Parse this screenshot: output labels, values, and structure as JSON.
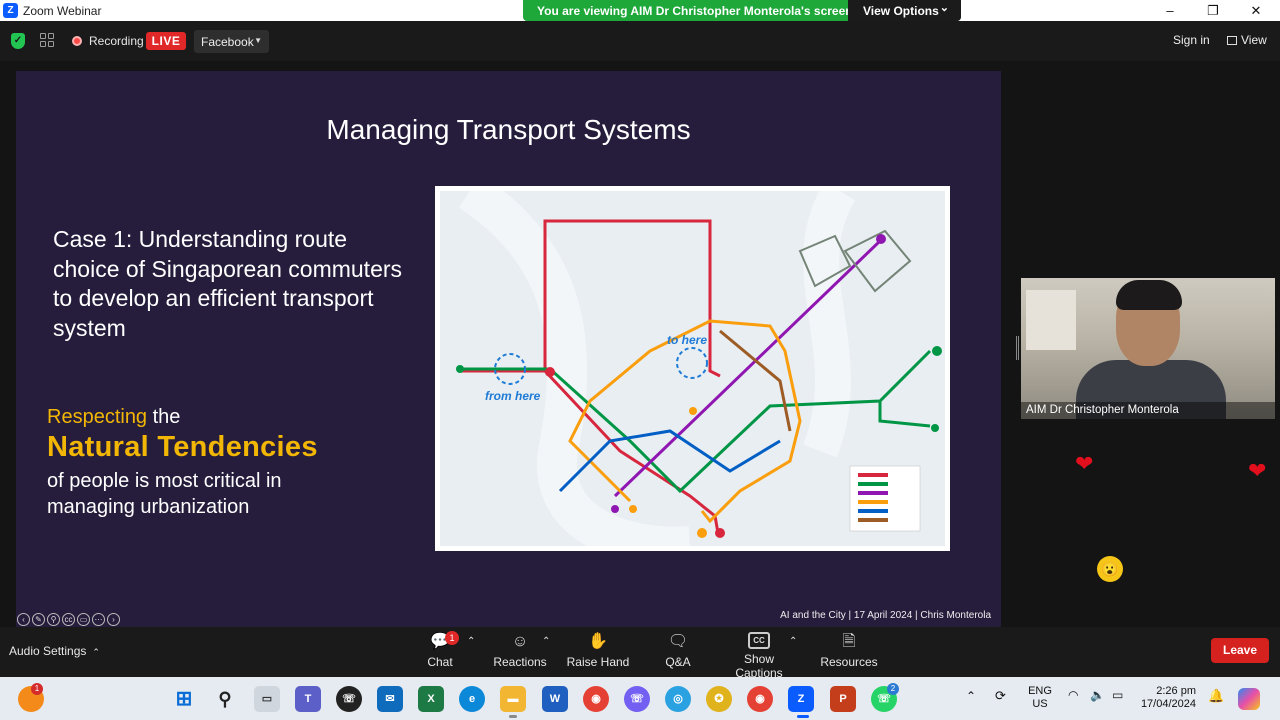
{
  "window": {
    "title": "Zoom Webinar",
    "min": "–",
    "max": "❐",
    "close": "✕"
  },
  "banner": {
    "viewing": "You are viewing AIM Dr Christopher Monterola's screen",
    "view_options": "View Options",
    "caret": "⌄"
  },
  "topbar": {
    "recording": "Recording",
    "live": "LIVE",
    "stream_target": "Facebook",
    "sign_in": "Sign in",
    "view": "View"
  },
  "slide": {
    "title": "Managing Transport Systems",
    "case": "Case 1: Understanding route choice of Singaporean commuters to develop an efficient transport system",
    "respecting": "Respecting",
    "the": "the",
    "natural": "Natural Tendencies",
    "people": "of people is most critical in managing urbanization",
    "map_to": "to here",
    "map_from": "from here",
    "footer": "AI and the City  |  17 April 2024  |  Chris Monterola"
  },
  "video": {
    "name": "AIM Dr Christopher Monterola"
  },
  "reactions": {
    "heart": "❤",
    "wow": "😮"
  },
  "controls": {
    "audio": "Audio Settings",
    "chat": "Chat",
    "chat_badge": "1",
    "reactions": "Reactions",
    "raise_hand": "Raise Hand",
    "qa": "Q&A",
    "captions": "Show Captions",
    "cc": "CC",
    "resources": "Resources",
    "leave": "Leave"
  },
  "taskbar": {
    "notif_badge": "1",
    "whatsapp_badge": "2",
    "lang": "ENG",
    "region": "US",
    "time": "2:26 pm",
    "date": "17/04/2024"
  }
}
